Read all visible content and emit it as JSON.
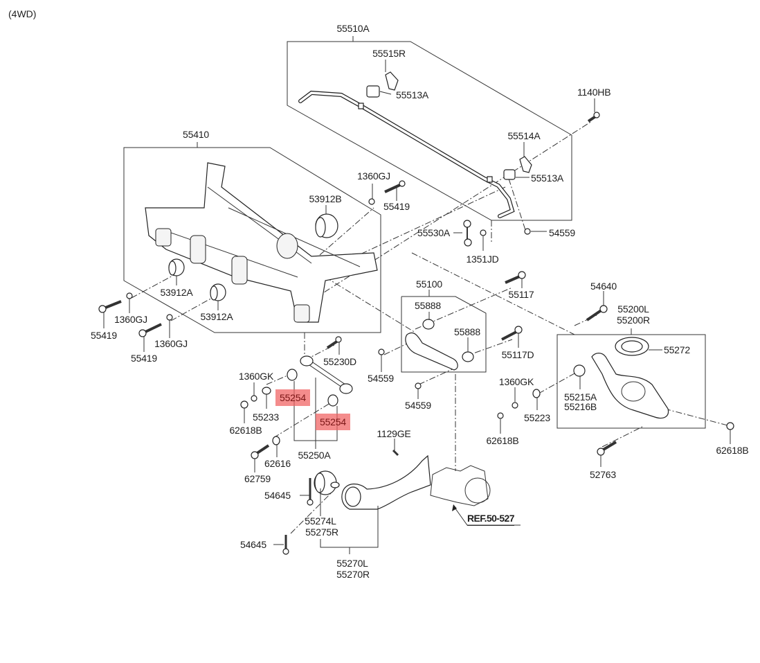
{
  "header": {
    "variant": "(4WD)"
  },
  "labels": {
    "stabilizer_assy": "55510A",
    "bracket_r": "55515R",
    "bushing_top": "55513A",
    "bracket_a": "55514A",
    "bushing_right": "55513A",
    "bolt_top": "1140HB",
    "link": "55530A",
    "link_nut": "1351JD",
    "nut_link": "54559",
    "subframe": "55410",
    "nut_gj_top": "1360GJ",
    "bolt_top_sf": "55419",
    "bush_b": "53912B",
    "bush_a1": "53912A",
    "bush_a2": "53912A",
    "nut_gj_1": "1360GJ",
    "nut_gj_2": "1360GJ",
    "bolt_sf_1": "55419",
    "bolt_sf_2": "55419",
    "upper_arm": "55100",
    "bush_888_1": "55888",
    "bush_888_2": "55888",
    "bolt_117": "55117",
    "bolt_117d": "55117D",
    "nut_559_1": "54559",
    "nut_559_2": "54559",
    "bolt_230d": "55230D",
    "nut_gk_left": "1360GK",
    "washer_233": "55233",
    "nut_618_left": "62618B",
    "bush_254_1": "55254",
    "bush_254_2": "55254",
    "washer_616": "62616",
    "bolt_759": "62759",
    "assist_arm": "55250A",
    "bolt_640": "54640",
    "lower_arm_l": "55200L",
    "lower_arm_r": "55200R",
    "spring_pad": "55272",
    "nut_gk_right": "1360GK",
    "washer_223": "55223",
    "nut_618_mid": "62618B",
    "bush_215": "55215A",
    "bush_216": "55216B",
    "nut_618_right": "62618B",
    "bolt_763": "52763",
    "bolt_ge": "1129GE",
    "bolt_645_1": "54645",
    "bolt_645_2": "54645",
    "bush_274": "55274L",
    "bush_275": "55275R",
    "trailing_l": "55270L",
    "trailing_r": "55270R",
    "ref": "REF.50-527"
  },
  "highlight_color": "#f06060"
}
